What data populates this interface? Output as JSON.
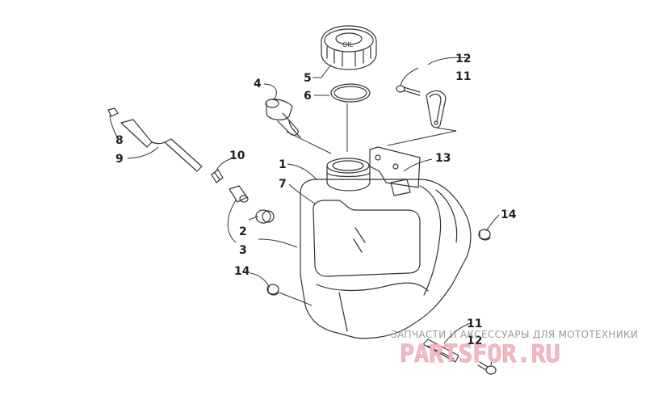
{
  "diagram": {
    "callouts": [
      {
        "id": "c1",
        "label": "1"
      },
      {
        "id": "c2",
        "label": "2"
      },
      {
        "id": "c3",
        "label": "3"
      },
      {
        "id": "c4",
        "label": "4"
      },
      {
        "id": "c5",
        "label": "5"
      },
      {
        "id": "c6",
        "label": "6"
      },
      {
        "id": "c7",
        "label": "7"
      },
      {
        "id": "c8",
        "label": "8"
      },
      {
        "id": "c9",
        "label": "9"
      },
      {
        "id": "c10",
        "label": "10"
      },
      {
        "id": "c11a",
        "label": "11"
      },
      {
        "id": "c12a",
        "label": "12"
      },
      {
        "id": "c13",
        "label": "13"
      },
      {
        "id": "c14a",
        "label": "14"
      },
      {
        "id": "c14b",
        "label": "14"
      },
      {
        "id": "c11b",
        "label": "11"
      },
      {
        "id": "c12b",
        "label": "12"
      }
    ]
  },
  "watermark": {
    "caption": "ЗАПЧАСТИ И АКСЕССУАРЫ ДЛЯ МОТОТЕХНИКИ",
    "logo": "PARTSFOR.RU"
  }
}
